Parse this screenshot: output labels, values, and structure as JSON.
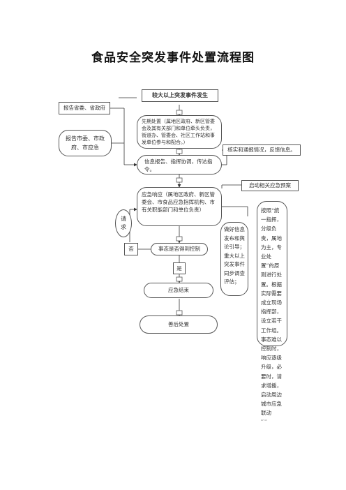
{
  "title": "食品安全突发事件处置流程图",
  "nodes": {
    "event": "较大以上突发事件发生",
    "report_province": "报告省委、省政府",
    "report_city": "报告市委、市政府、市应急",
    "first_response": "先期处置（属地区政府、新区管委会及其有关部门和单位牵头负责，街道办、管委会、社区工作站和事发单位参与和配合。）",
    "verify": "核实和通报情况，反馈信息。",
    "info_report": "信息报告、指挥协调，传达指令。",
    "start_plan": "启动相关应急预案",
    "emergency_response": "应急响应（属地区政府、新区管委会、市食品应急指挥机构、市有关职能部门和单位负责）",
    "request": "请求",
    "no": "否",
    "controlled": "事态是否得到控制",
    "yes": "是",
    "end": "应急结束",
    "aftermath": "善后处置",
    "guidance": "做好信息发布和舆论引导；重大以上突发事件同步调查评估；",
    "principle": "按照“统一指挥，分级负责，属地为主，专业处置”的原则进行处置。根据实际需要成立现场指挥部，设立若干工作组。事态难以控制时，响应逐级升级，必要时，请求增援，启动周边城市应急联动",
    "footnote": "KF 05"
  }
}
